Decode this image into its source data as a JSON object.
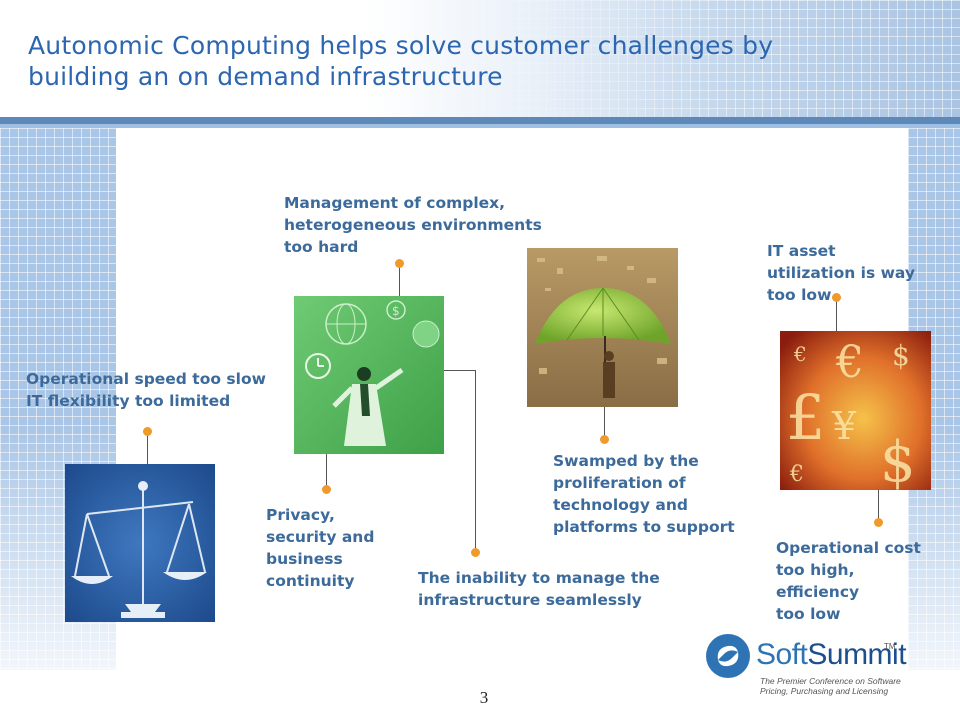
{
  "slide": {
    "title_line1": "Autonomic Computing helps solve customer challenges by",
    "title_line2": "building an on demand infrastructure",
    "page_number": "3"
  },
  "labels": {
    "operational_speed": "Operational speed too slow\nIT flexibility too limited",
    "management": "Management of complex,\nheterogeneous environments\ntoo hard",
    "privacy": "Privacy,\nsecurity and\nbusiness\ncontinuity",
    "inability": "The inability to manage the\ninfrastructure seamlessly",
    "swamped": "Swamped by the\nproliferation of\ntechnology and\nplatforms to support",
    "it_asset": "IT asset\nutilization is way\ntoo low",
    "operational_cost": "Operational cost\ntoo high,\nefficiency\ntoo low"
  },
  "logo": {
    "name_part1": "Soft",
    "name_part2": "Summit",
    "trademark": "TM",
    "tagline_line1": "The Premier Conference on Software",
    "tagline_line2": "Pricing, Purchasing and Licensing"
  },
  "colors": {
    "title": "#2c66b0",
    "label": "#3c6a9a",
    "connector_dot": "#ef9a2a",
    "header_rule": "#5d88b8"
  },
  "images": {
    "scales": "balance-scales-photo",
    "juggler": "businessman-juggling-photo",
    "umbrella": "umbrella-photo",
    "currency": "currency-symbols-photo"
  }
}
